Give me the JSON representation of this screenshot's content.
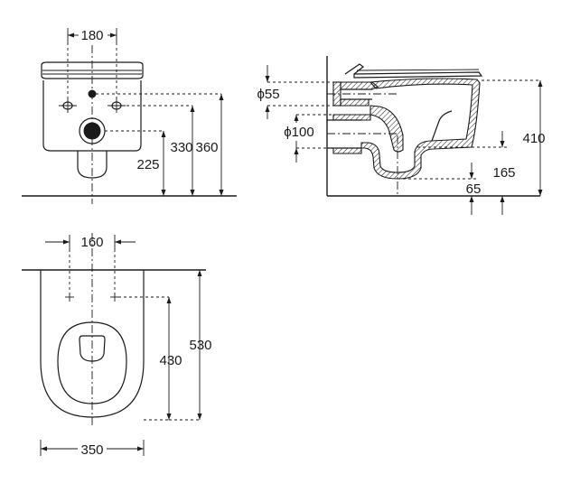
{
  "front_view": {
    "dims": {
      "flange_width": "180",
      "height_outlet": "225",
      "height_inlet": "330",
      "height_total": "360"
    }
  },
  "side_view": {
    "dims": {
      "inlet_diameter": "ϕ55",
      "outlet_diameter": "ϕ100",
      "height_total": "410",
      "height_outlet": "165",
      "outlet_offset": "65"
    }
  },
  "top_view": {
    "dims": {
      "bolt_spacing": "160",
      "rim_to_front": "430",
      "depth_total": "530",
      "width_total": "350"
    }
  }
}
